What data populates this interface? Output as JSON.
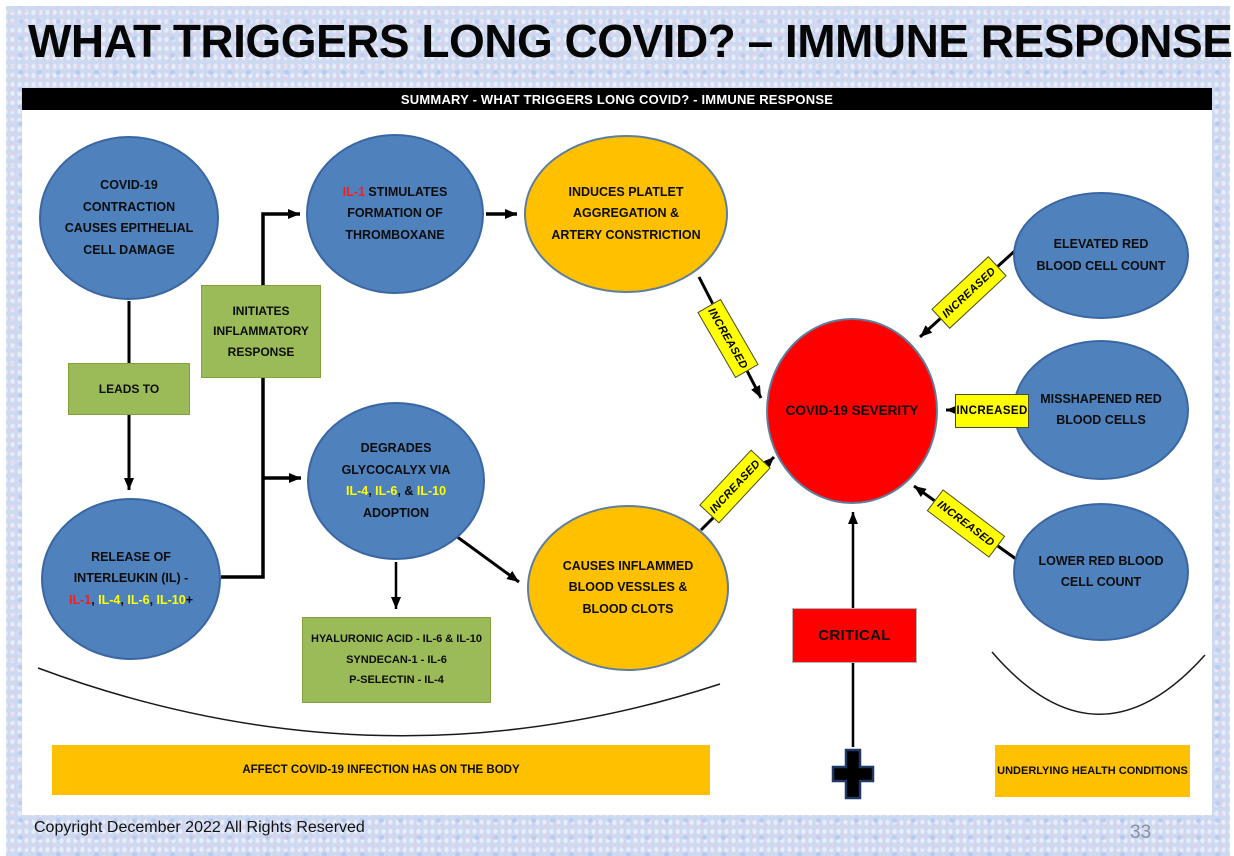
{
  "page": {
    "title": "WHAT TRIGGERS LONG COVID? – IMMUNE RESPONSE",
    "summary_bar": "SUMMARY - WHAT TRIGGERS LONG COVID? - IMMUNE RESPONSE",
    "copyright": "Copyright December 2022 All Rights Reserved",
    "page_number": "33"
  },
  "colors": {
    "page_bg": "#cdd9f1",
    "panel_bg": "#ffffff",
    "bar_bg": "#000000",
    "bar_text": "#ffffff",
    "blue": "#4f81bd",
    "blue_border": "#3a67a3",
    "orange": "#ffc000",
    "orange_border": "#5f7d9c",
    "green": "#9bbb59",
    "green_border": "#84a03c",
    "red": "#ff0000",
    "yellow": "#ffff00",
    "il_red": "#ff1a1a",
    "il_yellow": "#ffff00",
    "ink": "#0d0d0d"
  },
  "nodes": {
    "contraction": {
      "text": "COVID-19\nCONTRACTION\nCAUSES EPITHELIAL\nCELL DAMAGE"
    },
    "leads_to": {
      "label": "LEADS TO"
    },
    "initiates": {
      "text": "INITIATES\nINFLAMMATORY\nRESPONSE"
    },
    "stimulates": {
      "il1": "IL-1",
      "rest": " STIMULATES",
      "tail": "FORMATION OF\nTHROMBOXANE"
    },
    "induces": {
      "text": "INDUCES PLATLET\nAGGREGATION &\nARTERY CONSTRICTION"
    },
    "degrades": {
      "head": "DEGRADES\nGLYCOCALYX VIA",
      "il4": "IL-4",
      "sep1": ", ",
      "il6": "IL-6",
      "sep2": ", & ",
      "il10": "IL-10",
      "tail": "ADOPTION"
    },
    "release": {
      "head": "RELEASE OF\nINTERLEUKIN (IL) -",
      "il1": "IL-1",
      "sep1": ", ",
      "il4": "IL-4",
      "sep2": ", ",
      "il6": "IL-6",
      "sep3": ", ",
      "il10": "IL-10",
      "plus": "+"
    },
    "causes": {
      "text": "CAUSES INFLAMMED\nBLOOD VESSLES &\nBLOOD CLOTS"
    },
    "glycoproteins": {
      "text": "HYALURONIC ACID - IL-6 & IL-10\nSYNDECAN-1 - IL-6\nP-SELECTIN - IL-4"
    },
    "severity": {
      "label": "COVID-19 SEVERITY"
    },
    "elevated": {
      "text": "ELEVATED RED\nBLOOD CELL COUNT"
    },
    "misshapened": {
      "text": "MISSHAPENED RED\nBLOOD CELLS"
    },
    "lower": {
      "text": "LOWER RED BLOOD\nCELL COUNT"
    },
    "critical": {
      "label": "CRITICAL"
    },
    "affect_bar": {
      "label": "AFFECT COVID-19 INFECTION HAS ON THE BODY"
    },
    "underlying_bar": {
      "label": "UNDERLYING HEALTH CONDITIONS"
    }
  },
  "labels": {
    "increased": [
      "INCREASED",
      "INCREASED",
      "INCREASED",
      "INCREASED",
      "INCREASED"
    ]
  }
}
